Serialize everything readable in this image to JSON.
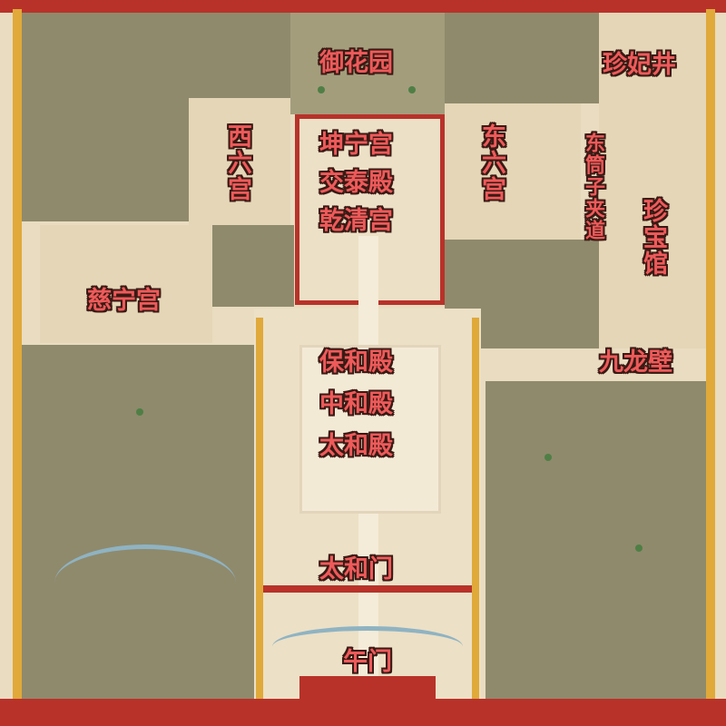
{
  "map": {
    "labels": {
      "imperial_garden": "御花园",
      "zhenfei_well": "珍妃井",
      "west_six_palaces": "西六宫",
      "kunning_palace": "坤宁宫",
      "jiaotai_hall": "交泰殿",
      "qianqing_palace": "乾清宫",
      "east_six_palaces": "东六宫",
      "east_tongzi_alley": "东筒子夹道",
      "treasure_gallery": "珍宝馆",
      "cining_palace": "慈宁宫",
      "baohe_hall": "保和殿",
      "zhonghe_hall": "中和殿",
      "taihe_hall": "太和殿",
      "nine_dragon_wall": "九龙壁",
      "taihe_gate": "太和门",
      "meridian_gate": "午门"
    },
    "colors": {
      "label": "#ee5a5a",
      "label_outline": "#3a1a14",
      "wall": "#b8322a",
      "roof": "#e0a93a",
      "courtyard": "#ece0c6",
      "shaded_area": "#8f8a6c"
    }
  }
}
